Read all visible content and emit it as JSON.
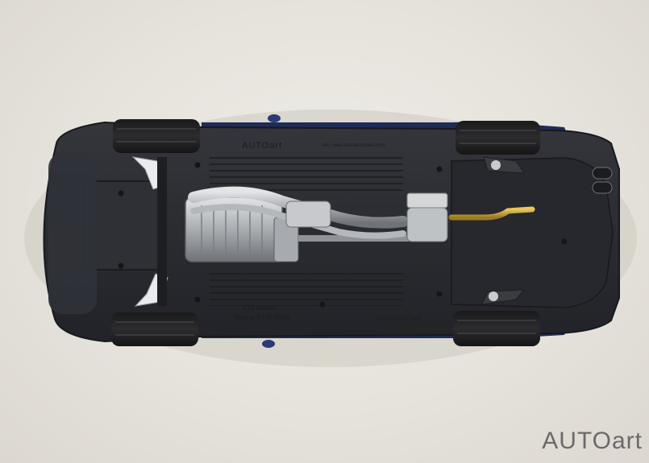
{
  "photo": {
    "subject": "Underside of a 1/18 scale model car",
    "background_color": "#e8e5df",
    "body_color": "#1f2b5a",
    "floorpan_color": "#2a2c31",
    "exhaust_color": "#b9bcc0",
    "brass_pipe_color": "#c9a23a"
  },
  "chassis_text": {
    "brand_mark": "AUTOart",
    "url_text": "AA | www.autoartmodels.com",
    "scale_label": "1/18 Nissan",
    "model_label": "Skyline GT-R (R34)",
    "origin_label": "CRAFTED IN CHINA"
  },
  "watermark": {
    "text": "AUTOart"
  }
}
